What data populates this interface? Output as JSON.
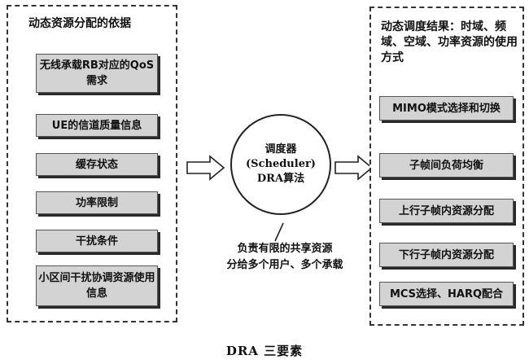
{
  "left_panel": {
    "title": "动态资源分配的依据",
    "items": [
      "无线承载RB对应的QoS需求",
      "UE的信道质量信息",
      "缓存状态",
      "功率限制",
      "干扰条件",
      "小区间干扰协调资源使用信息"
    ]
  },
  "scheduler": {
    "line1": "调度器",
    "line2": "(Scheduler)",
    "line3": "DRA算法"
  },
  "note": {
    "line1": "负责有限的共享资源",
    "line2": "分给多个用户、多个承载"
  },
  "right_panel": {
    "title": "动态调度结果：时域、频域、空域、功率资源的使用方式",
    "items": [
      "MIMO模式选择和切换",
      "子帧间负荷均衡",
      "上行子帧内资源分配",
      "下行子帧内资源分配",
      "MCS选择、HARQ配合"
    ]
  },
  "caption": "DRA 三要素"
}
